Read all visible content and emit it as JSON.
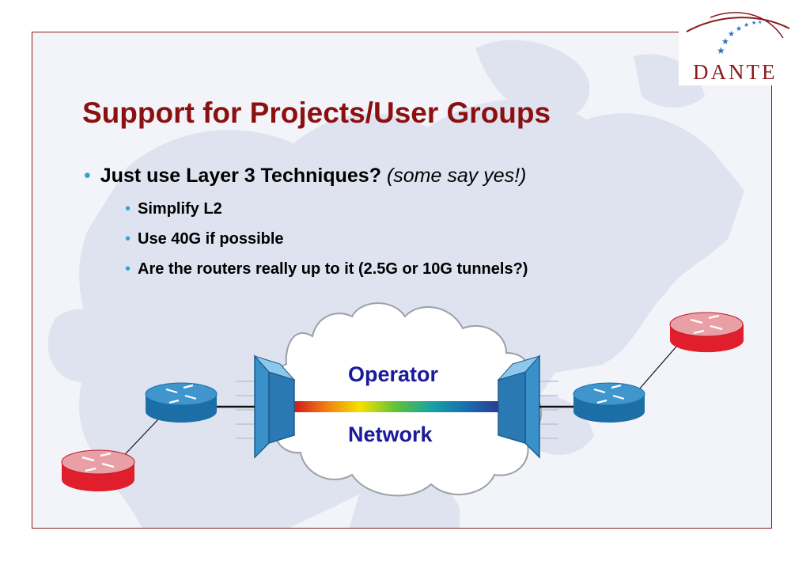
{
  "slide": {
    "title": "Support for Projects/User Groups",
    "bullets": [
      {
        "bold": "Just use Layer 3 Techniques?",
        "italic": "(some say yes!)",
        "sub": [
          "Simplify L2",
          "Use 40G if possible",
          "Are the routers really up to it (2.5G or 10G tunnels?)"
        ]
      }
    ]
  },
  "logo": {
    "text": "DANTE"
  },
  "diagram": {
    "cloud_label_1": "Operator",
    "cloud_label_2": "Network"
  },
  "colors": {
    "title": "#8b1010",
    "border": "#8b1a1a",
    "bullet": "#2fa7d6",
    "cloud_text": "#1a1a9a",
    "router_blue": "#1f7fb8",
    "router_red": "#e02030"
  }
}
